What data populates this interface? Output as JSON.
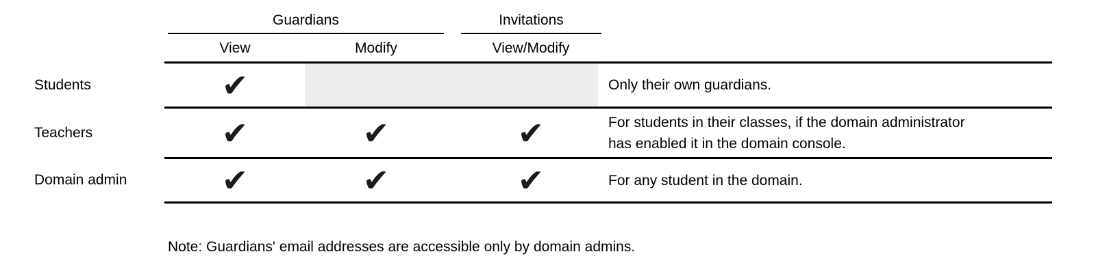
{
  "table": {
    "group_headers": [
      {
        "label": "Guardians"
      },
      {
        "label": "Invitations"
      }
    ],
    "column_headers": [
      "View",
      "Modify",
      "View/Modify"
    ],
    "rows": [
      {
        "role": "Students",
        "cells": {
          "view": "✔",
          "modify": "",
          "view_modify": ""
        },
        "note": "Only their own guardians."
      },
      {
        "role": "Teachers",
        "cells": {
          "view": "✔",
          "modify": "✔",
          "view_modify": "✔"
        },
        "note": "For students in their classes, if the domain administrator\nhas enabled it in the domain console."
      },
      {
        "role": "Domain admin",
        "cells": {
          "view": "✔",
          "modify": "✔",
          "view_modify": "✔"
        },
        "note": "For any student in the domain."
      }
    ]
  },
  "footnote": "Note: Guardians' email addresses are accessible only by domain admins.",
  "icons": {
    "check_icon": "✔"
  },
  "colors": {
    "text": "#000000",
    "rule": "#000000",
    "check": "#1c1c1c",
    "shaded_cell": "#ededed",
    "background": "#ffffff"
  }
}
